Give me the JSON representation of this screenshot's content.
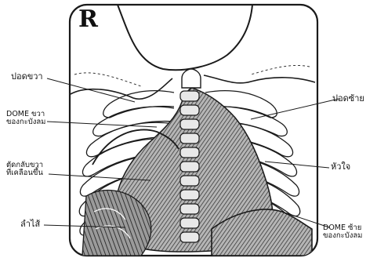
{
  "side_marker": "R",
  "labels": {
    "right_lung": "ปอดขวา",
    "right_dome_line1": "DOME ขวา",
    "right_dome_line2": "ของกะบังลม",
    "right_heart_line1": "ตัดกลับขวา",
    "right_heart_line2": "ที่เคลือนขึ้น",
    "intestine": "ลำไส้",
    "left_lung": "ปอดซ้าย",
    "heart": "หัวใจ",
    "left_dome_line1": "DOME ซ้าย",
    "left_dome_line2": "ของกะบังลม"
  },
  "colors": {
    "ink": "#1a1a1a",
    "paper": "#ffffff",
    "shade": "#8a8a8a"
  }
}
